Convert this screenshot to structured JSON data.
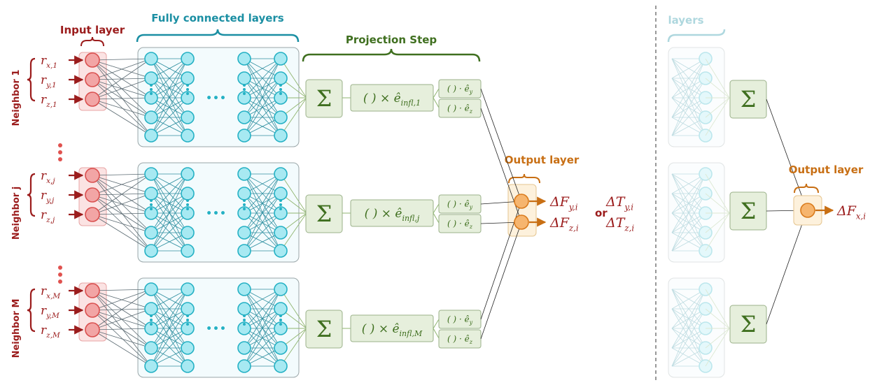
{
  "headers": {
    "input_layer": "Input layer",
    "fully_connected": "Fully connected layers",
    "projection_step": "Projection Step",
    "output_layer": "Output layer",
    "output_layer_right": "Output layer",
    "faded_layers": "layers"
  },
  "neighbors": [
    {
      "label": "Neighbor 1",
      "inputs": [
        {
          "base": "r",
          "sub": "x,1"
        },
        {
          "base": "r",
          "sub": "y,1"
        },
        {
          "base": "r",
          "sub": "z,1"
        }
      ],
      "projection": "( ) × ê",
      "projection_sub": "infl,1"
    },
    {
      "label": "Neighbor j",
      "inputs": [
        {
          "base": "r",
          "sub": "x,j"
        },
        {
          "base": "r",
          "sub": "y,j"
        },
        {
          "base": "r",
          "sub": "z,j"
        }
      ],
      "projection": "( ) × ê",
      "projection_sub": "infl,j"
    },
    {
      "label": "Neighbor M",
      "inputs": [
        {
          "base": "r",
          "sub": "x,M"
        },
        {
          "base": "r",
          "sub": "y,M"
        },
        {
          "base": "r",
          "sub": "z,M"
        }
      ],
      "projection": "( ) × ê",
      "projection_sub": "infl,M"
    }
  ],
  "dot_products": [
    {
      "text": "( ) · ê",
      "sub": "y"
    },
    {
      "text": "( ) · ê",
      "sub": "z"
    }
  ],
  "sum_symbol": "Σ",
  "ellipsis": "•••",
  "outputs": {
    "force_y": {
      "base": "ΔF",
      "sub": "y,i"
    },
    "force_z": {
      "base": "ΔF",
      "sub": "z,i"
    },
    "or": "or",
    "torque_y": {
      "base": "ΔT",
      "sub": "y,i"
    },
    "torque_z": {
      "base": "ΔT",
      "sub": "z,i"
    },
    "force_x": {
      "base": "ΔF",
      "sub": "x,i"
    }
  },
  "colors": {
    "dark_red": "#9b1c1c",
    "input_fill": "#f2a5a5",
    "input_bg": "#fbe3e3",
    "teal": "#25b1c4",
    "teal_fill": "#a7e9f2",
    "green": "#3f6f1f",
    "green_bg": "#e6efdc",
    "orange": "#c86f14",
    "orange_fill": "#f6b56e",
    "orange_bg": "#fdf1dc"
  }
}
